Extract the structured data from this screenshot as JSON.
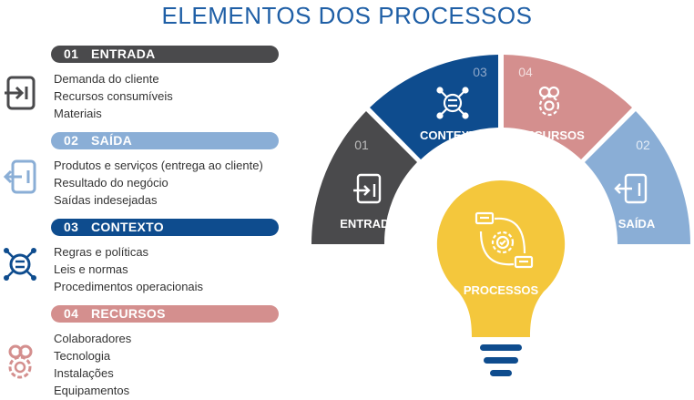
{
  "title": "ELEMENTOS DOS PROCESSOS",
  "colors": {
    "entrada": "#4a4a4c",
    "saida": "#8aaed6",
    "contexto": "#0e4c8e",
    "recursos": "#d48f8e",
    "processos": "#f4c73c",
    "bulb_base": "#0e4c8e",
    "title": "#1f5fa6"
  },
  "sections": [
    {
      "number": "01",
      "label": "ENTRADA",
      "icon": "login-door-icon",
      "items": [
        "Demanda do cliente",
        "Recursos consumíveis",
        "Materiais"
      ]
    },
    {
      "number": "02",
      "label": "SAÍDA",
      "icon": "logout-door-icon",
      "items": [
        "Produtos e serviços (entrega ao cliente)",
        "Resultado do negócio",
        "Saídas indesejadas"
      ]
    },
    {
      "number": "03",
      "label": "CONTEXTO",
      "icon": "network-document-icon",
      "items": [
        "Regras e políticas",
        "Leis e normas",
        "Procedimentos operacionais"
      ]
    },
    {
      "number": "04",
      "label": "RECURSOS",
      "icon": "team-gear-icon",
      "items": [
        "Colaboradores",
        "Tecnologia",
        "Instalações",
        "Equipamentos"
      ]
    }
  ],
  "diagram": {
    "segments": [
      {
        "number": "01",
        "label": "ENTRADA"
      },
      {
        "number": "03",
        "label": "CONTEXTO"
      },
      {
        "number": "04",
        "label": "RECURSOS"
      },
      {
        "number": "02",
        "label": "SAÍDA"
      }
    ],
    "center_label": "PROCESSOS"
  }
}
